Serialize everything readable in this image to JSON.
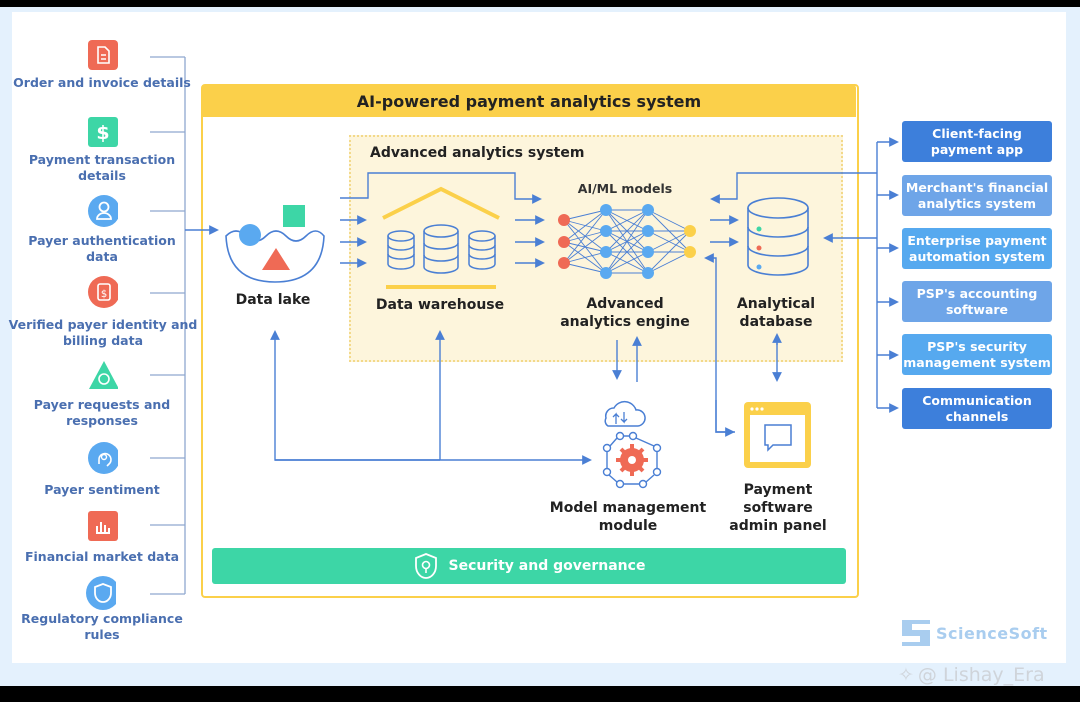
{
  "title": "AI-powered payment analytics system",
  "subsystem_title": "Advanced analytics system",
  "colors": {
    "accent_yellow": "#fbd04a",
    "subsystem_bg": "#fdf5dc",
    "security_green": "#3dd6a6",
    "arrow_blue": "#4a7fd4",
    "source_text": "#4a6fb0"
  },
  "sources": [
    {
      "label": "Order and invoice details",
      "icon": "document-icon",
      "color": "#ef6a55"
    },
    {
      "label": "Payment transaction details",
      "icon": "dollar-icon",
      "color": "#3dd6a6"
    },
    {
      "label": "Payer authentication data",
      "icon": "user-icon",
      "color": "#5aa9f0"
    },
    {
      "label": "Verified payer identity and billing data",
      "icon": "id-card-icon",
      "color": "#ef6a55"
    },
    {
      "label": "Payer requests and responses",
      "icon": "chat-icon",
      "color": "#3dd6a6"
    },
    {
      "label": "Payer sentiment",
      "icon": "head-icon",
      "color": "#5aa9f0"
    },
    {
      "label": "Financial market data",
      "icon": "bar-chart-icon",
      "color": "#ef6a55"
    },
    {
      "label": "Regulatory compliance rules",
      "icon": "shield-icon",
      "color": "#5aa9f0"
    }
  ],
  "nodes": {
    "data_lake": "Data lake",
    "data_warehouse": "Data warehouse",
    "ai_ml_models": "AI/ML models",
    "analytics_engine": "Advanced analytics engine",
    "analytical_database": "Analytical database",
    "model_management": "Model management module",
    "admin_panel": "Payment software admin panel"
  },
  "security": "Security and governance",
  "outputs": [
    {
      "label": "Client-facing payment app",
      "color": "#3d7fdb"
    },
    {
      "label": "Merchant's financial analytics system",
      "color": "#6ea5e8"
    },
    {
      "label": "Enterprise payment automation system",
      "color": "#56a9ef"
    },
    {
      "label": "PSP's accounting software",
      "color": "#6ea5e8"
    },
    {
      "label": "PSP's security management system",
      "color": "#56a9ef"
    },
    {
      "label": "Communication channels",
      "color": "#3d7fdb"
    }
  ],
  "logo": "ScienceSoft",
  "watermark": "@ Lishay_Era"
}
